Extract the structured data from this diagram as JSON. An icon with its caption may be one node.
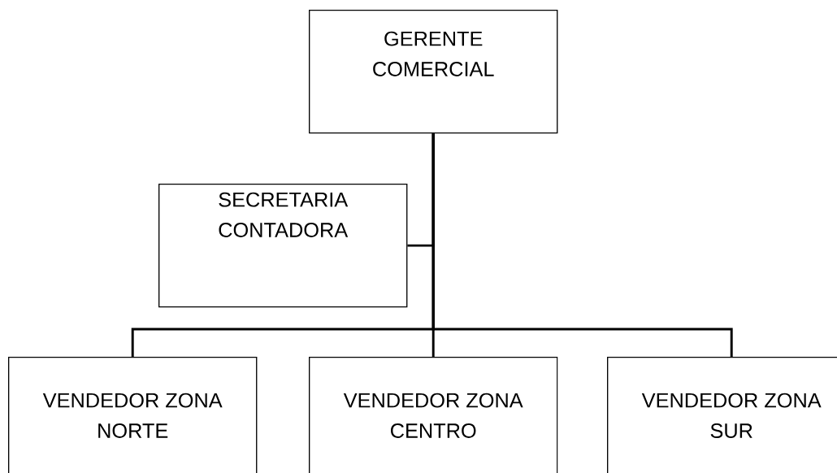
{
  "diagram": {
    "nodes": [
      {
        "text": [
          "GERENTE COMERCIAL"
        ]
      },
      {
        "text": [
          "SECRETARIA CONTADORA"
        ]
      },
      {
        "text": [
          "VENDEDOR ZONA NORTE"
        ]
      },
      {
        "text": [
          "VENDEDOR ZONA CENTRO"
        ]
      },
      {
        "text": [
          "VENDEDOR ZONA SUR"
        ]
      }
    ],
    "edges": [
      {
        "from": 0,
        "to": 1,
        "arrow": "none"
      },
      {
        "from": 0,
        "to": 2,
        "arrow": "none"
      },
      {
        "from": 0,
        "to": 3,
        "arrow": "none"
      },
      {
        "from": 0,
        "to": 4,
        "arrow": "none"
      }
    ]
  }
}
